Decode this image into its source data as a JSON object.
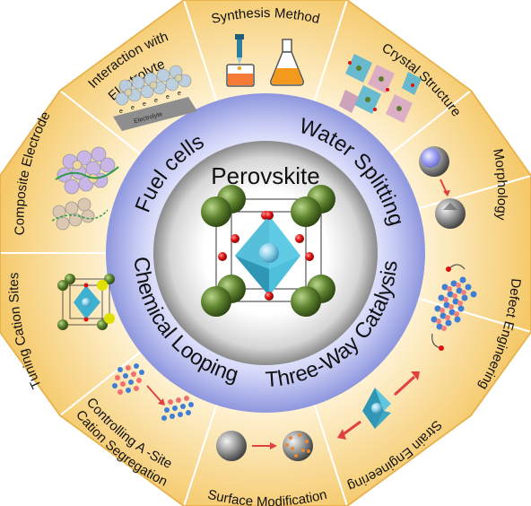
{
  "center": {
    "title": "Perovskite"
  },
  "applications": {
    "fuel_cells": "Fuel cells",
    "water_splitting": "Water Splitting",
    "chemical_looping": "Chemical Looping",
    "three_way_catalysis": "Three-Way Catalysis"
  },
  "segments": [
    {
      "id": "synthesis",
      "label": "Synthesis Method"
    },
    {
      "id": "crystal",
      "label": "Crystal Structure"
    },
    {
      "id": "morphology",
      "label": "Morphology"
    },
    {
      "id": "defect",
      "label": "Defect Engineering"
    },
    {
      "id": "strain",
      "label": "Strain Engineering"
    },
    {
      "id": "surface",
      "label": "Surface Modification"
    },
    {
      "id": "segregation",
      "label_line1": "Controlling A -Site",
      "label_line2": "Cation Segregation"
    },
    {
      "id": "tuning",
      "label": "Tuning Cation Sites"
    },
    {
      "id": "composite",
      "label": "Composite Electrode"
    },
    {
      "id": "interaction",
      "label_line1": "Interaction with",
      "label_line2": "Electrolyte"
    }
  ],
  "electrolyte_label": "Electrolyte",
  "electron_label": "e",
  "colors": {
    "segment_fill": "#f7d58a",
    "segment_center": "#fff4d8",
    "ring_outer": "#9aa3e6",
    "ring_inner": "#dfe3ff",
    "octahedron": "#45b7d1",
    "a_site": "#5a7d2c",
    "oxygen": "#e01010"
  }
}
